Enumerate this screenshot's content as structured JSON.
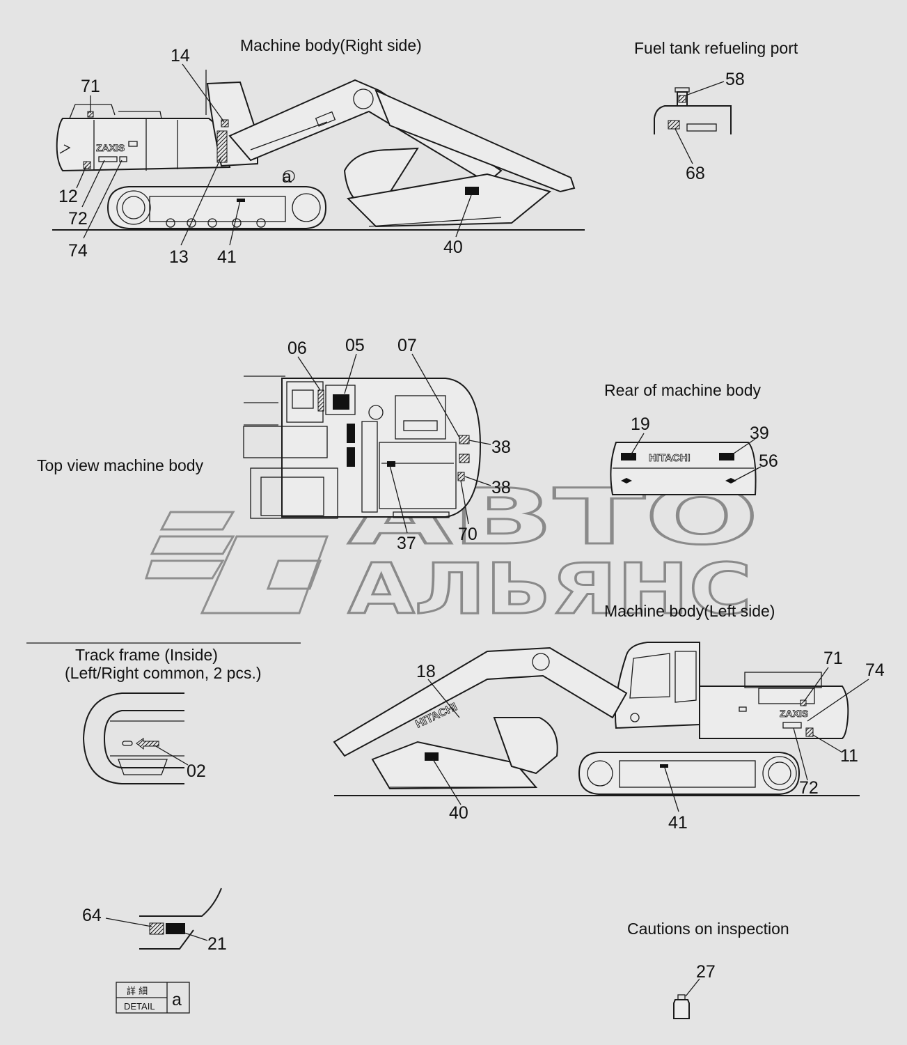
{
  "sections": {
    "right_side": "Machine body(Right side)",
    "fuel_port": "Fuel tank refueling port",
    "rear": "Rear of machine body",
    "top_view": "Top view machine body",
    "left_side": "Machine body(Left side)",
    "track_frame_line1": "Track frame (Inside)",
    "track_frame_line2": "(Left/Right common, 2 pcs.)",
    "cautions": "Cautions on inspection"
  },
  "callouts": {
    "right": {
      "c71": "71",
      "c14": "14",
      "c12": "12",
      "c72": "72",
      "c74": "74",
      "c13": "13",
      "c41": "41",
      "c40": "40",
      "a": "a"
    },
    "fuel": {
      "c58": "58",
      "c68": "68"
    },
    "top": {
      "c06": "06",
      "c05": "05",
      "c07": "07",
      "c38a": "38",
      "c38b": "38",
      "c37": "37",
      "c70": "70"
    },
    "rear": {
      "c19": "19",
      "c39": "39",
      "c56": "56"
    },
    "left": {
      "c18": "18",
      "c71": "71",
      "c74": "74",
      "c11": "11",
      "c72": "72",
      "c40": "40",
      "c41": "41"
    },
    "track": {
      "c02": "02"
    },
    "detail": {
      "c64": "64",
      "c21": "21"
    },
    "caution": {
      "c27": "27"
    }
  },
  "decal_text": {
    "zaxis": "ZAXIS",
    "hitachi_boom": "HITACHI",
    "hitachi_rear": "HITACHI"
  },
  "detail_box": {
    "kanji": "詳 細",
    "label": "DETAIL",
    "letter": "a"
  },
  "watermark": {
    "line1": "АВТО",
    "line2": "АЛЬЯНС"
  },
  "colors": {
    "background": "#e4e4e4",
    "line": "#1a1a1a",
    "watermark": "#8f8f8f"
  }
}
